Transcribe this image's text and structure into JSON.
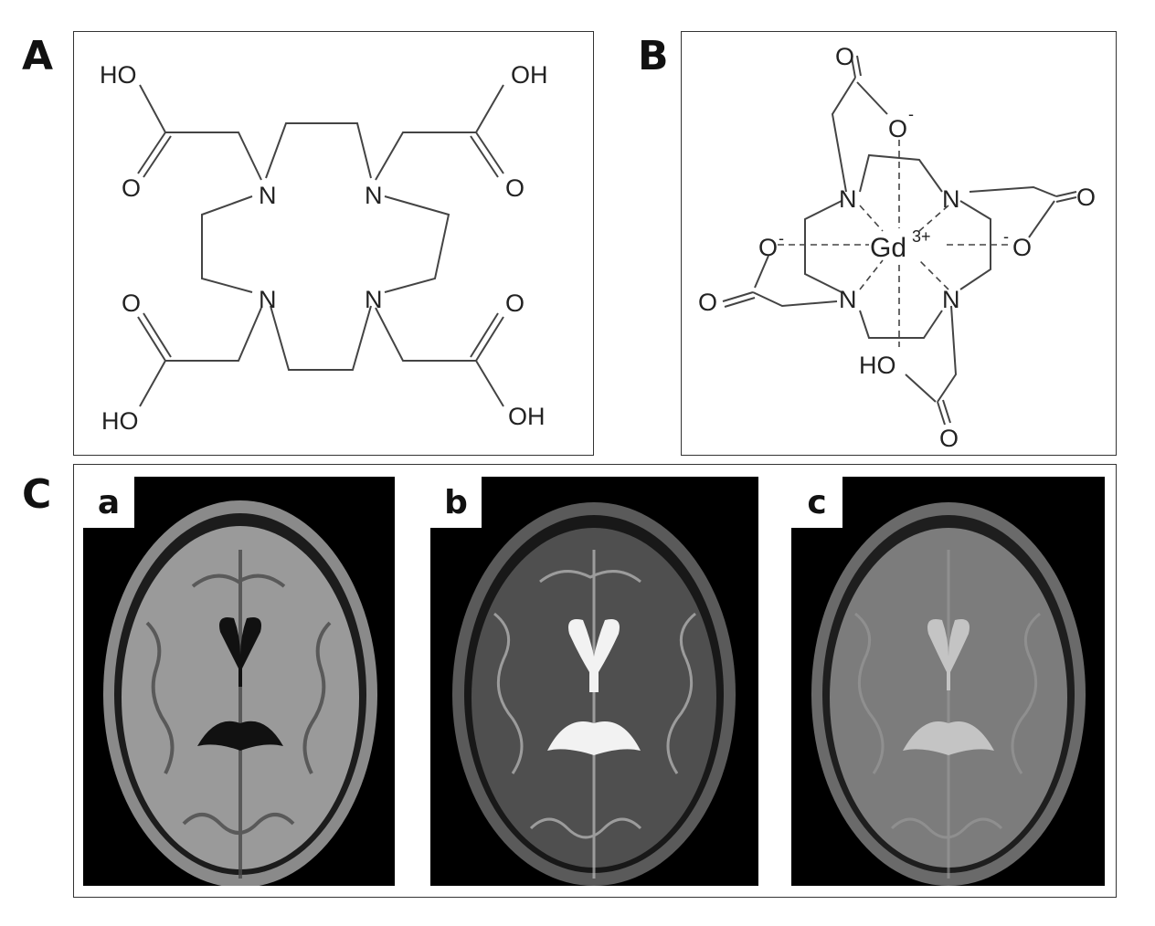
{
  "panels": {
    "A": {
      "letter": "A",
      "labels": {
        "ho_tl": "HO",
        "oh_tr": "OH",
        "o_tl": "O",
        "o_tr": "O",
        "n1": "N",
        "n2": "N",
        "n3": "N",
        "n4": "N",
        "o_bl": "O",
        "o_br": "O",
        "ho_bl": "HO",
        "oh_br": "OH"
      }
    },
    "B": {
      "letter": "B",
      "labels": {
        "o_top": "O",
        "o_minus_top": "O",
        "minus_top": "-",
        "n1": "N",
        "n2": "N",
        "n3": "N",
        "n4": "N",
        "o_right": "O",
        "minus_right": "-",
        "o_right2": "O",
        "o_left": "O",
        "minus_left": "-",
        "o_left2": "O",
        "gd": "Gd",
        "charge": "3+",
        "ho_bottom": "HO",
        "o_bottom": "O"
      }
    },
    "C": {
      "letter": "C",
      "images": [
        {
          "label": "a"
        },
        {
          "label": "b"
        },
        {
          "label": "c"
        }
      ]
    }
  }
}
